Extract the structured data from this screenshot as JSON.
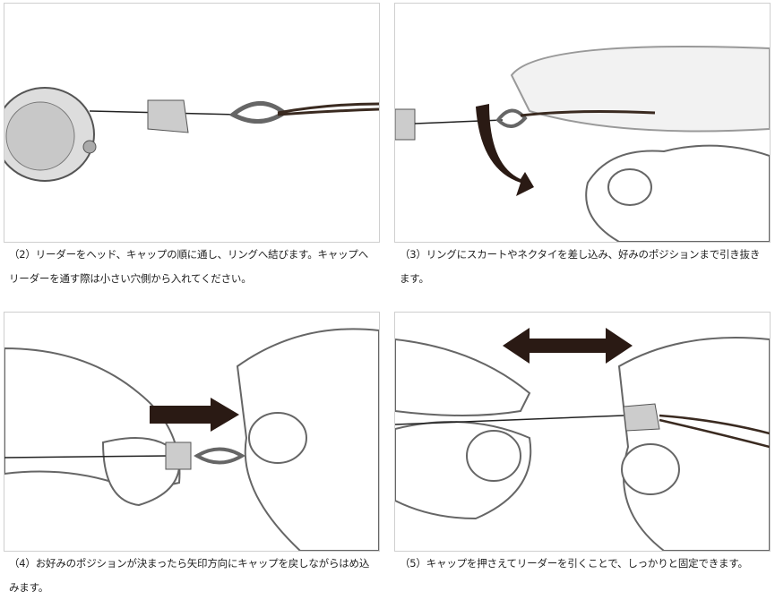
{
  "steps": [
    {
      "caption": "（2）リーダーをヘッド、キャップの順に通し、リングへ結びます。キャップへリーダーを通す際は小さい穴側から入れてください。"
    },
    {
      "caption": "（3）リングにスカートやネクタイを差し込み、好みのポジションまで引き抜きます。"
    },
    {
      "caption": "（4）お好みのポジションが決まったら矢印方向にキャップを戻しながらはめ込みます。"
    },
    {
      "caption": "（5）キャップを押さえてリーダーを引くことで、しっかりと固定できます。"
    }
  ]
}
